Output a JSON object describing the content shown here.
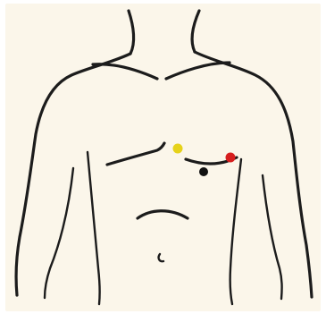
{
  "diagram": {
    "subject": "torso-outline",
    "background_color": "#fbf6ea",
    "line_color": "#1c1c1c",
    "electrodes": [
      {
        "name": "yellow-electrode",
        "color": "#e6d21a"
      },
      {
        "name": "red-electrode",
        "color": "#d61e1e"
      },
      {
        "name": "black-electrode",
        "color": "#111111"
      }
    ]
  }
}
